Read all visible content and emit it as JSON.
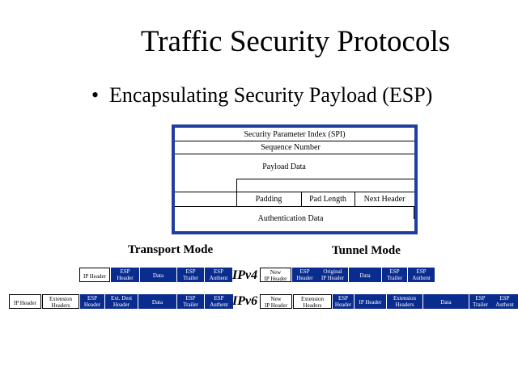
{
  "slide": {
    "title": "Traffic Security Protocols",
    "bullet": "•",
    "subtitle": "Encapsulating Security Payload (ESP)"
  },
  "esp_format": {
    "spi": "Security Parameter Index  (SPI)",
    "sequence": "Sequence Number",
    "payload": "Payload Data",
    "padding": "Padding",
    "pad_length": "Pad Length",
    "next_header": "Next Header",
    "auth": "Authentication Data",
    "border_color": "#1f3f9e"
  },
  "modes": {
    "transport": "Transport Mode",
    "tunnel": "Tunnel Mode",
    "ipv4": "IPv4",
    "ipv6": "IPv6"
  },
  "packets": {
    "transport_ipv4": [
      {
        "l1": "IP Header",
        "l2": ""
      },
      {
        "l1": "ESP",
        "l2": "Header"
      },
      {
        "l1": "Data",
        "l2": ""
      },
      {
        "l1": "ESP",
        "l2": "Trailer"
      },
      {
        "l1": "ESP",
        "l2": "Authent"
      }
    ],
    "tunnel_ipv4": [
      {
        "l1": "New",
        "l2": "IP Header"
      },
      {
        "l1": "ESP",
        "l2": "Header"
      },
      {
        "l1": "Original",
        "l2": "IP Header"
      },
      {
        "l1": "Data",
        "l2": ""
      },
      {
        "l1": "ESP",
        "l2": "Trailer"
      },
      {
        "l1": "ESP",
        "l2": "Authent"
      }
    ],
    "transport_ipv6": [
      {
        "l1": "IP Header",
        "l2": ""
      },
      {
        "l1": "Extension",
        "l2": "Headers"
      },
      {
        "l1": "ESP",
        "l2": "Header"
      },
      {
        "l1": "Ext. Dest",
        "l2": "Header"
      },
      {
        "l1": "Data",
        "l2": ""
      },
      {
        "l1": "ESP",
        "l2": "Trailer"
      },
      {
        "l1": "ESP",
        "l2": "Authent"
      }
    ],
    "tunnel_ipv6": [
      {
        "l1": "New",
        "l2": "IP Header"
      },
      {
        "l1": "Extension",
        "l2": "Headers"
      },
      {
        "l1": "ESP",
        "l2": "Header"
      },
      {
        "l1": "IP Header",
        "l2": ""
      },
      {
        "l1": "Extension",
        "l2": "Headers"
      },
      {
        "l1": "Data",
        "l2": ""
      },
      {
        "l1": "ESP",
        "l2": "Trailer"
      },
      {
        "l1": "ESP",
        "l2": "Authent"
      }
    ],
    "box_color": "#0a2c8e"
  }
}
